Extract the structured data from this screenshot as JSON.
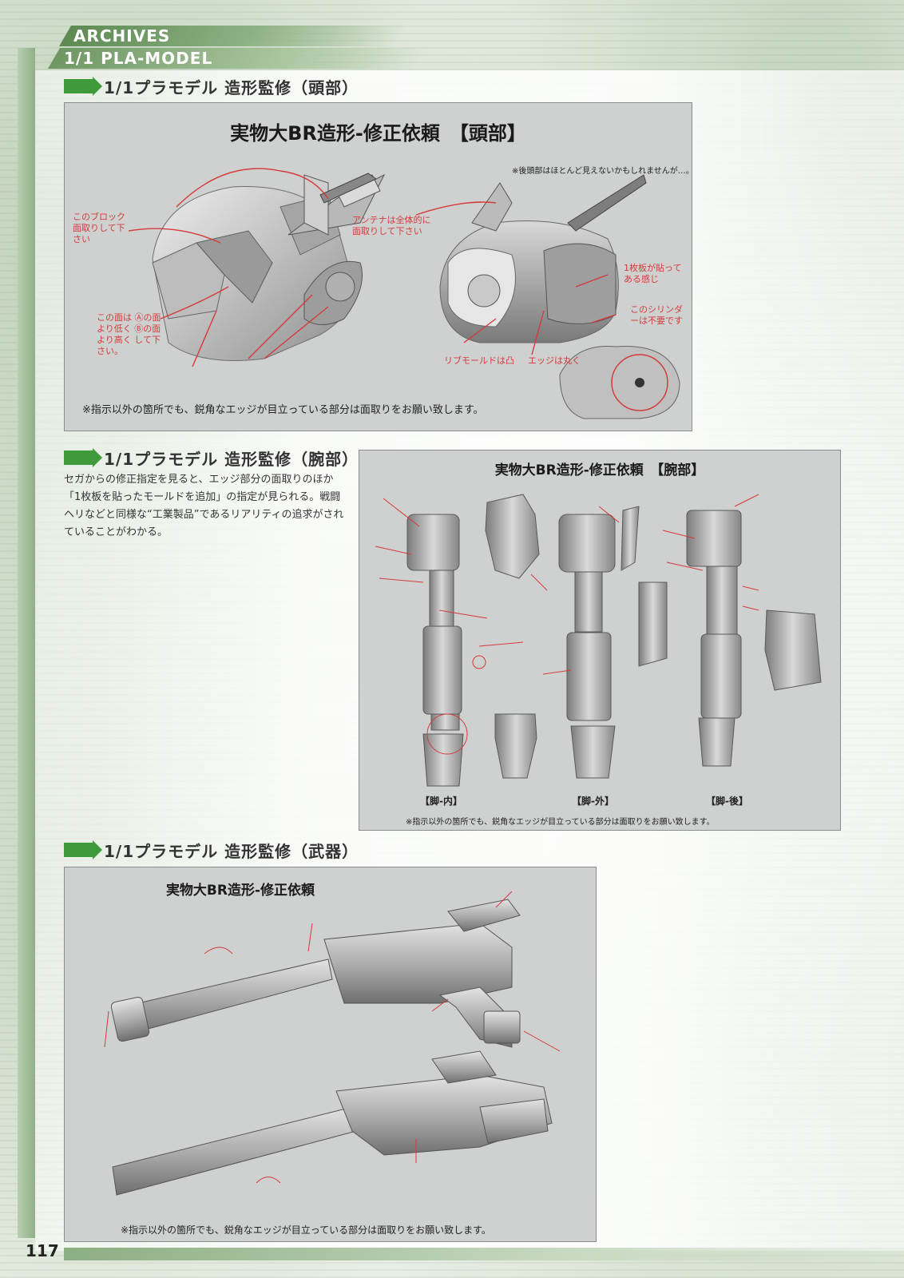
{
  "header": {
    "category": "ARCHIVES",
    "subcategory": "1/1 PLA-MODEL"
  },
  "sections": [
    {
      "title": "1/1プラモデル 造形監修（頭部）",
      "panel_title": "実物大BR造形-修正依頼　【頭部】",
      "top_note": "※後頭部はほとんど見えないかもしれませんが…。",
      "bottom_note": "※指示以外の箇所でも、鋭角なエッジが目立っている部分は面取りをお願い致します。",
      "annotations": [
        "このブロック面取りして下さい",
        "アンテナは全体的に面取りして下さい",
        "この面は Ⓐの面より低く Ⓑの面より高く して下さい。",
        "リブモールドは凸",
        "エッジは丸く",
        "1枚板が貼ってある感じ",
        "このシリンダーは不要です"
      ]
    },
    {
      "title": "1/1プラモデル 造形監修（腕部）",
      "description": "セガからの修正指定を見ると、エッジ部分の面取りのほか「1枚板を貼ったモールドを追加」の指定が見られる。戦闘ヘリなどと同様な“工業製品”であるリアリティの追求がされていることがわかる。",
      "panel_title": "実物大BR造形-修正依頼　【腕部】",
      "views": [
        "【脚-内】",
        "【脚-外】",
        "【脚-後】"
      ],
      "bottom_note": "※指示以外の箇所でも、鋭角なエッジが目立っている部分は面取りをお願い致します。"
    },
    {
      "title": "1/1プラモデル 造形監修（武器）",
      "panel_title": "実物大BR造形-修正依頼",
      "bottom_note": "※指示以外の箇所でも、鋭角なエッジが目立っている部分は面取りをお願い致します。"
    }
  ],
  "page_number": "117",
  "colors": {
    "accent_green": "#3e9a3a",
    "annotation_red": "#d43b3b",
    "panel_gray": "#cfd0d0"
  }
}
